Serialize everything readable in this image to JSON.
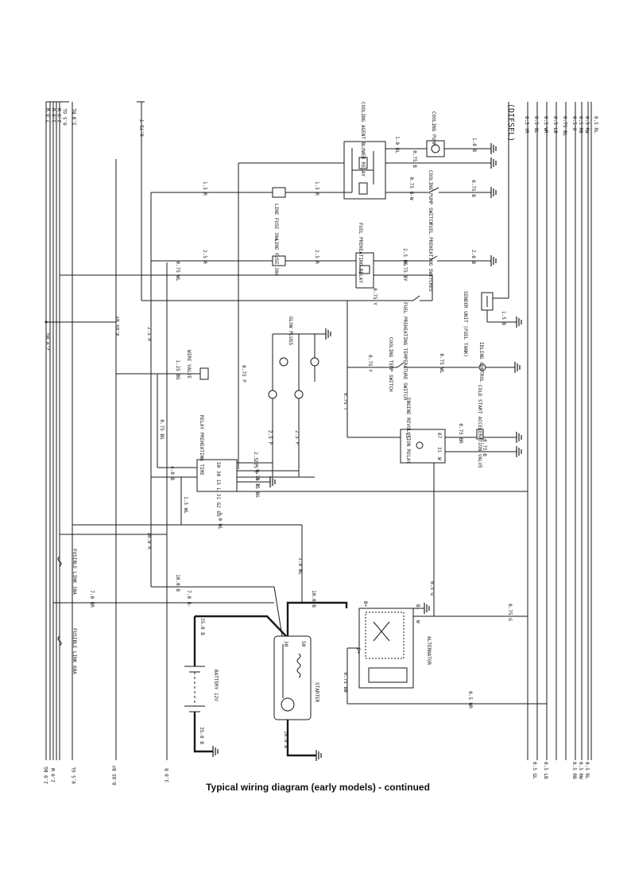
{
  "caption": "Typical wiring diagram (early models) - continued",
  "variant": "(DIESEL)",
  "left_bus": {
    "top": [
      "2.0 W",
      "3.0 W",
      "2.0 W",
      "0.5 GL",
      "3.0 RL"
    ],
    "bottom": [
      "2.0 BG",
      "2.0 W",
      "0.5 GL"
    ]
  },
  "right_bus": {
    "top": [
      "0.5 YR",
      "0.5 GL",
      "0.5 WR",
      "0.5 LB",
      "0.75 BL",
      "0.5 G",
      "0.5 RB",
      "0.5 RW",
      "0.5 RL"
    ],
    "bottom": [
      "0.5 GL",
      "0.5 LB",
      "0.5 RB",
      "0.5 RW",
      "0.5 RL"
    ]
  },
  "components": {
    "cooling_relay": "COOLING AGENT BLOWER RELAY",
    "cooling_pump": "COOLING PUMP",
    "cooling_pump_switch": "COOLING PUMP SWITCH",
    "line_fuse_top": "LINE FUSE 30A",
    "line_fuse_mid": "LINE FUSE 30A",
    "fuel_preheating_relay": "FUEL PREHEATING RELAY",
    "fuel_preheating_switches": "FUEL PREHEATING SWITCHES",
    "sender_unit": "SENDER UNIT (FUEL TANK)",
    "fuel_temp_switch": "FUEL PREHEATING TEMPERATURE SWITCH",
    "cooling_temp_switch": "COOLING TEMP SWITCH",
    "idling_control": "IDLING CONTROL",
    "glow_plugs": "GLOW PLUGS",
    "wire_valve": "WIRE VALVE",
    "relay_preheating": "RELAY PREHEATING TIME",
    "engine_relay": "ENGINE REVOLUTION RELAY",
    "cold_start": "COLD START ACCELERATION VALVE",
    "fusible_30": "FUSIBLE LINK 30A",
    "fusible_60": "FUSIBLE LINK 60A",
    "battery": "BATTERY 12V",
    "starter": "STARTER",
    "alternator": "ALTERNATOR"
  },
  "wires": {
    "w075t": "0.75 T",
    "w085by_top": "0.85 BY",
    "w085by_bot": "0.85 BY",
    "w20bg": "2.0 BG",
    "w30r_bot": "3.0 R",
    "w10b_cool": "1.0 B",
    "w10bl": "1.0 BL",
    "w075b_cool": "0.75 B",
    "w075bw": "0.75 B-W",
    "w075b_sw": "0.75 B",
    "w15r_a": "1.5 R",
    "w15r_b": "1.5 R",
    "w25r_a": "2.5 R",
    "w25r_b": "2.5 R",
    "w25rg": "2.5 RG",
    "w20b_fuel": "2.0 B",
    "w075wl": "0.75 WL",
    "w075by": "0.75 BY",
    "w075y_a": "0.75 Y",
    "w15b": "1.5 B",
    "w125bg": "1.25 BG",
    "w075p": "0.75 P",
    "w075y_b": "0.75 Y",
    "w075wl_b": "0.75 WL",
    "w075t_vert": "0.75 T",
    "w25r_vert": "2.5 R",
    "w075bg": "0.75 BG",
    "w25p_a": "2.5 P",
    "w25p_b": "2.5 P",
    "w25p_c": "2.5 P",
    "w25p_d": "2.5 P",
    "w075b_rel": "0.75 B",
    "w075bg_rel": "0.75 BG",
    "w075br": "0.75 BR",
    "w075b_cs": "0.75 B",
    "w40b": "4.0 B",
    "w100r": "10.0 R",
    "w15wl": "1.5 WL",
    "w30wl": "3.0 WL",
    "w30wl_v": "3.0 WL",
    "w100b": "10.0 B",
    "w70br": "7.0 BR",
    "w70bv": "7.0 B-",
    "w100b_st": "10.0 B",
    "w350b": "35.0 B",
    "w350b_bot": "35.0 B",
    "w100b_bot": "10.0 B",
    "w05g": "0.5 G",
    "w075g": "0.75 G",
    "w075bw_alt": "0.75 BW",
    "w05wr": "0.5 WR"
  },
  "terminals": {
    "relay_pins": "50 30 15 L 31 G2 G1",
    "eng_15": "15",
    "eng_87": "87",
    "eng_31": "31",
    "eng_w": "W",
    "alt_b": "B+",
    "alt_d": "D+",
    "alt_w": "W",
    "alt_bm": "B-",
    "st_30": "30",
    "st_50": "50"
  }
}
